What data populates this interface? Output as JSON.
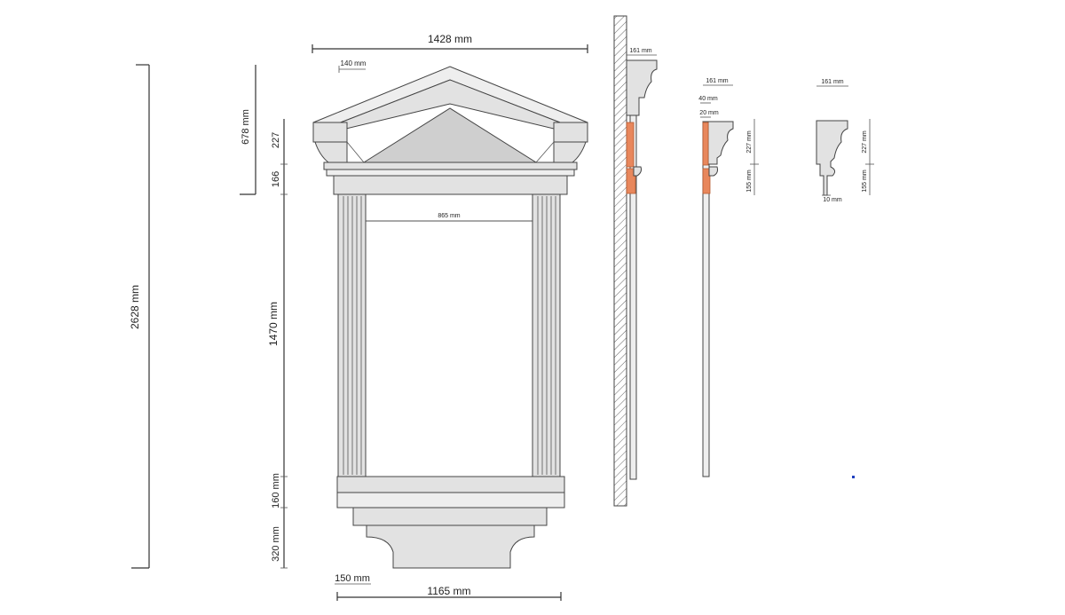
{
  "dimensions": {
    "total_height": "2628 mm",
    "pediment_height": "678 mm",
    "cornice_227": "227",
    "frieze_166": "166",
    "opening_height": "1470 mm",
    "sill_height": "160 mm",
    "bracket_height": "320 mm",
    "pediment_width": "1428 mm",
    "cornice_overhang": "140 mm",
    "opening_width": "865 mm",
    "column_width": "150 mm",
    "base_width": "1165 mm",
    "profile_depth_1": "161 mm",
    "profile_depth_2": "161 mm",
    "profile_depth_3": "161 mm",
    "profile_40": "40 mm",
    "profile_20": "20 mm",
    "profile_227_a": "227 mm",
    "profile_155_a": "155 mm",
    "profile_227_b": "227 mm",
    "profile_155_b": "155 mm",
    "profile_10": "10 mm"
  },
  "colors": {
    "stone": "#e2e2e2",
    "accent_orange": "#e8875c",
    "marker_blue": "#1f3fbf"
  }
}
